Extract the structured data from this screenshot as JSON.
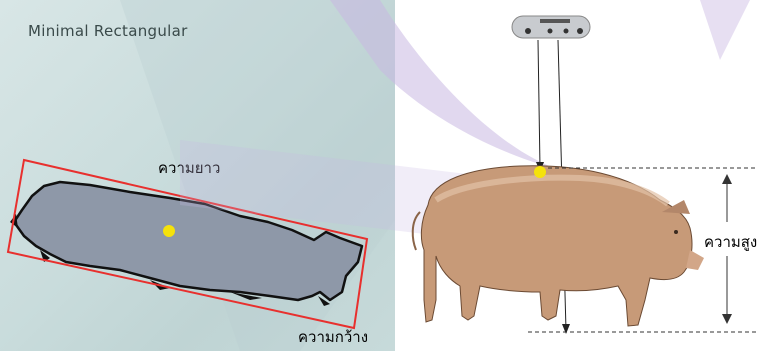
{
  "left_panel": {
    "title": "Minimal Rectangular",
    "length_label": "ความยาว",
    "width_label": "ความกว้าง"
  },
  "right_panel": {
    "height_label": "ความสูง"
  },
  "colors": {
    "bounding_box": "#e8302e",
    "centroid": "#f5e20a",
    "silhouette": "#8e98a8",
    "watermark": "#c9b8e2"
  }
}
